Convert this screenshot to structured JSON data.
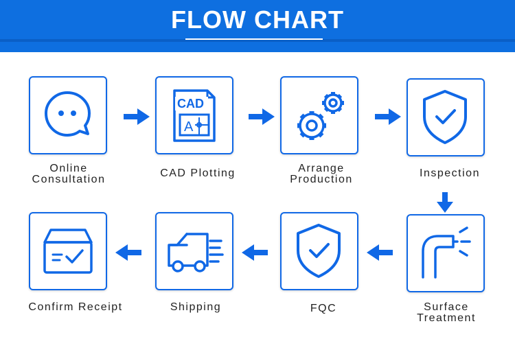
{
  "header": {
    "title": "FLOW CHART"
  },
  "steps": [
    {
      "line1": "Online",
      "line2": "Consultation",
      "icon": "chat-bubble-icon"
    },
    {
      "line1": "CAD Plotting",
      "line2": "",
      "icon": "cad-file-icon",
      "cad_text": "CAD",
      "cad_letter": "A"
    },
    {
      "line1": "Arrange",
      "line2": "Production",
      "icon": "gears-icon"
    },
    {
      "line1": "Inspection",
      "line2": "",
      "icon": "shield-check-icon"
    },
    {
      "line1": "Surface",
      "line2": "Treatment",
      "icon": "spray-nozzle-icon"
    },
    {
      "line1": "FQC",
      "line2": "",
      "icon": "shield-check-icon"
    },
    {
      "line1": "Shipping",
      "line2": "",
      "icon": "delivery-truck-icon"
    },
    {
      "line1": "Confirm Receipt",
      "line2": "",
      "icon": "received-box-icon"
    }
  ],
  "colors": {
    "accent": "#1068e6",
    "header": "#0e6fe0",
    "text": "#222222"
  }
}
